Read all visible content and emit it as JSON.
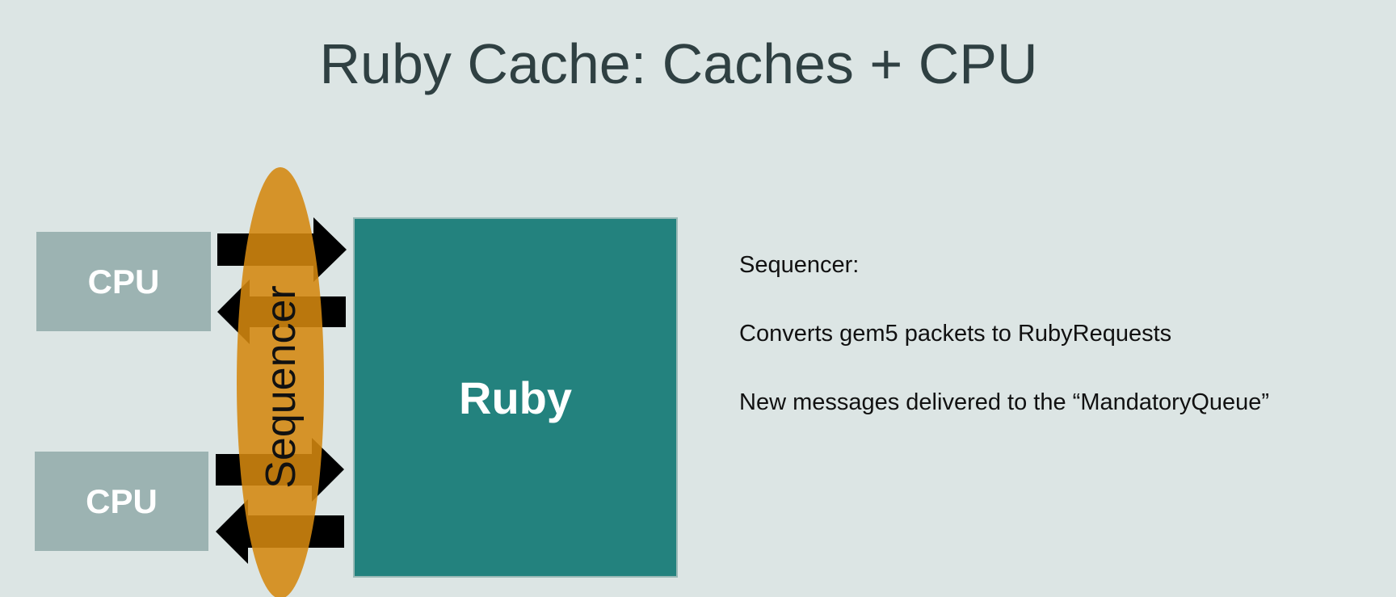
{
  "slide": {
    "title": "Ruby Cache: Caches + CPU"
  },
  "diagram": {
    "cpu_top_label": "CPU",
    "cpu_bottom_label": "CPU",
    "ruby_label": "Ruby",
    "sequencer_label": "Sequencer",
    "colors": {
      "background": "#dce5e4",
      "cpu": "#9cb3b2",
      "ruby": "#23827e",
      "sequencer": "#d4870f",
      "arrow": "#000000"
    }
  },
  "notes": {
    "heading": "Sequencer:",
    "line1": "Converts gem5 packets to RubyRequests",
    "line2": "New messages delivered to the “MandatoryQueue”"
  }
}
